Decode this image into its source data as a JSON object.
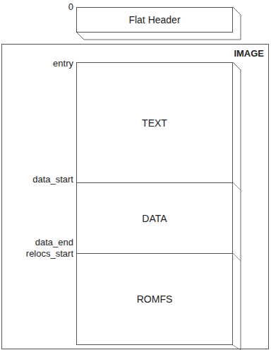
{
  "diagram": {
    "nodes": [
      {
        "text": [
          "Flat Header"
        ]
      },
      {
        "text": [
          "IMAGE"
        ]
      },
      {
        "text": [
          "TEXT"
        ],
        "in": 1
      },
      {
        "text": [
          "DATA"
        ],
        "in": 1
      },
      {
        "text": [
          "ROMFS"
        ],
        "in": 1
      }
    ],
    "labels": [
      "0",
      "entry",
      "data_start",
      "data_end",
      "relocs_start"
    ]
  }
}
